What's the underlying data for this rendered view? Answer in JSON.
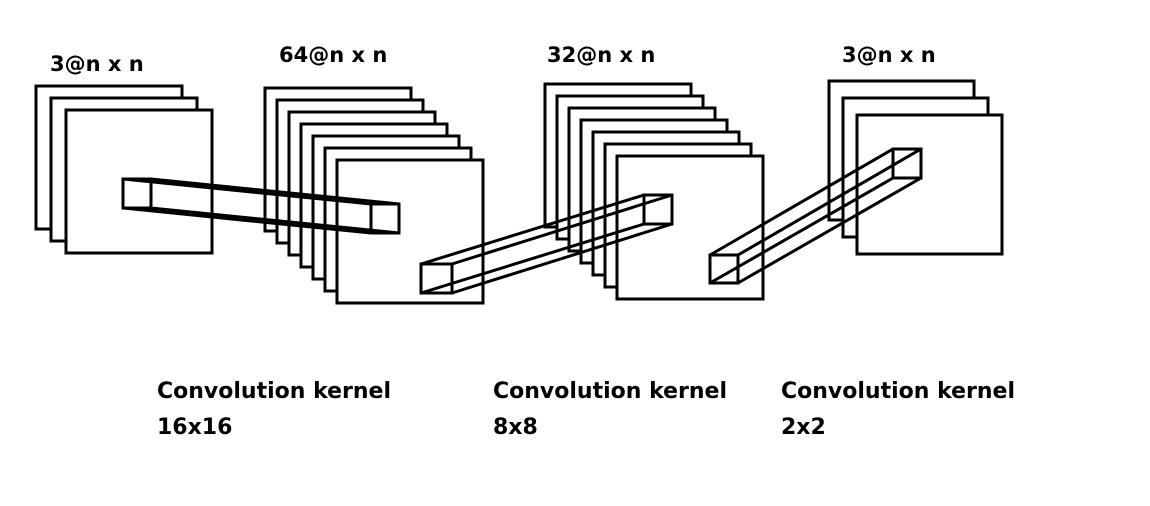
{
  "layers": [
    {
      "label": "3@n x n",
      "maps": 3
    },
    {
      "label": "64@n x n",
      "maps": 7
    },
    {
      "label": "32@n x n",
      "maps": 7
    },
    {
      "label": "3@n x n",
      "maps": 3
    }
  ],
  "kernels": [
    {
      "title": "Convolution kernel",
      "size": "16x16"
    },
    {
      "title": "Convolution kernel",
      "size": "8x8"
    },
    {
      "title": "Convolution kernel",
      "size": "2x2"
    }
  ],
  "colors": {
    "stroke": "#000000",
    "fill": "#ffffff"
  }
}
